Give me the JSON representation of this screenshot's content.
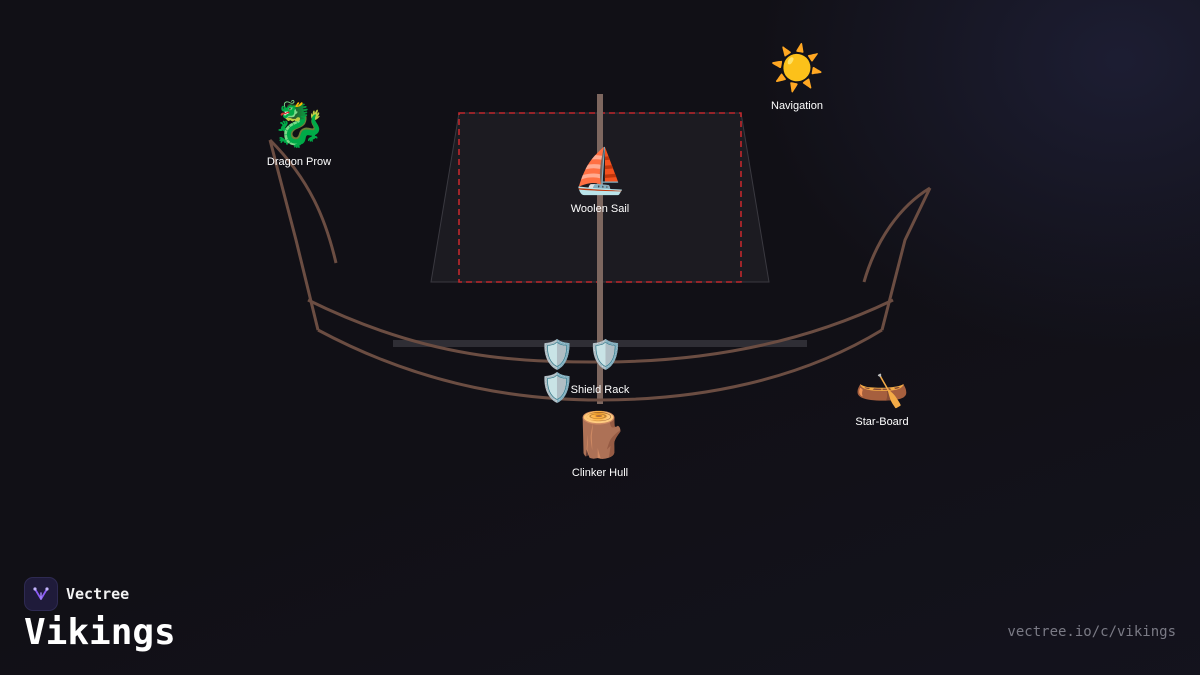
{
  "brand": {
    "name": "Vectree",
    "title": "Vikings",
    "url": "vectree.io/c/vikings",
    "accent_color": "#8b5cf6"
  },
  "diagram": {
    "nodes": {
      "dragon_prow": {
        "label": "Dragon Prow",
        "icon": "dragon-icon",
        "glyph": "🐉"
      },
      "navigation": {
        "label": "Navigation",
        "icon": "sun-icon",
        "glyph": "☀️"
      },
      "woolen_sail": {
        "label": "Woolen Sail",
        "icon": "sailboat-icon",
        "glyph": "⛵"
      },
      "shield_rack": {
        "label": "Shield Rack",
        "icon": "shield-icon",
        "glyph": "🛡️"
      },
      "star_board": {
        "label": "Star-Board",
        "icon": "canoe-icon",
        "glyph": "🛶"
      },
      "clinker_hull": {
        "label": "Clinker Hull",
        "icon": "log-icon",
        "glyph": "🪵"
      }
    },
    "colors": {
      "hull_wood": "#6b4d42",
      "mast": "#7d675f",
      "sail_fill": "#1c1b21",
      "sail_dash": "#c0282d",
      "deck": "#2f2e35"
    }
  }
}
